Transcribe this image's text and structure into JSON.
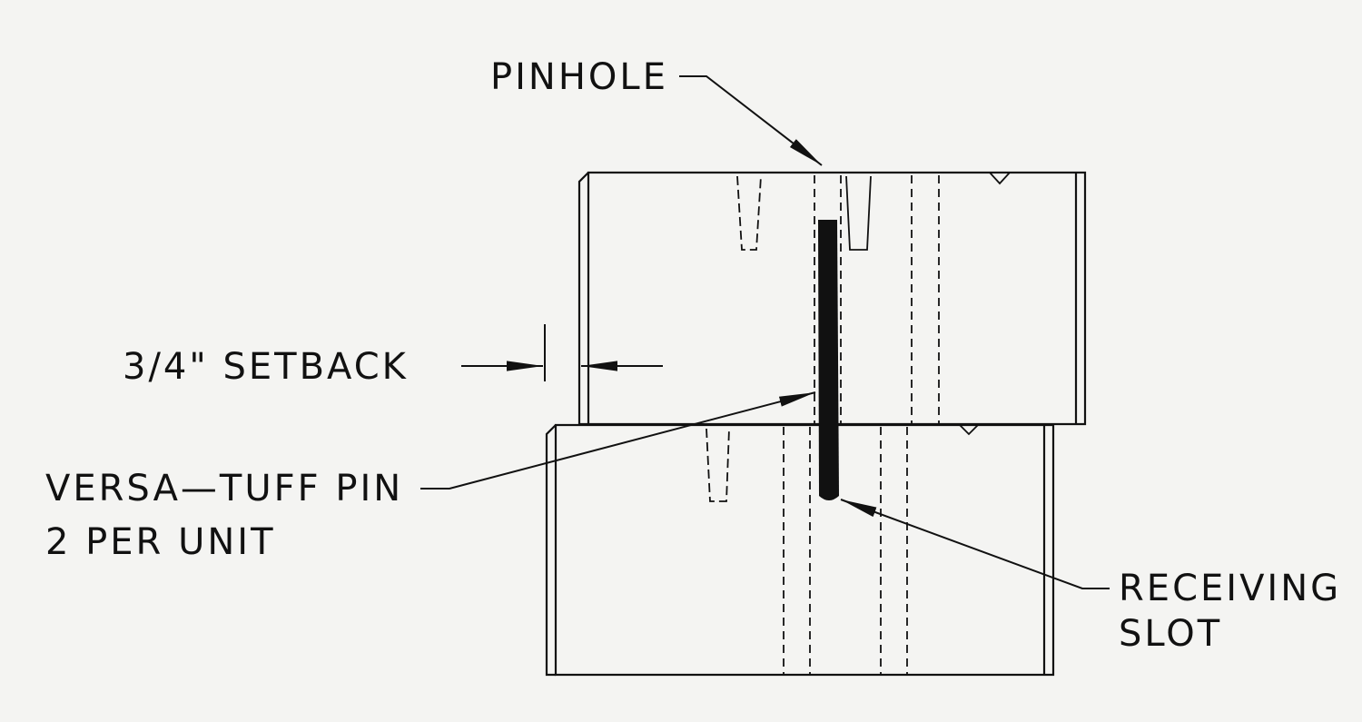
{
  "callouts": {
    "pinhole": "PINHOLE",
    "setback": "3/4\" SETBACK",
    "pin_line1": "VERSA—TUFF PIN",
    "pin_line2": "2 PER UNIT",
    "slot_line1": "RECEIVING",
    "slot_line2": "SLOT"
  },
  "colors": {
    "paper": "#f4f4f2",
    "ink": "#111111"
  }
}
